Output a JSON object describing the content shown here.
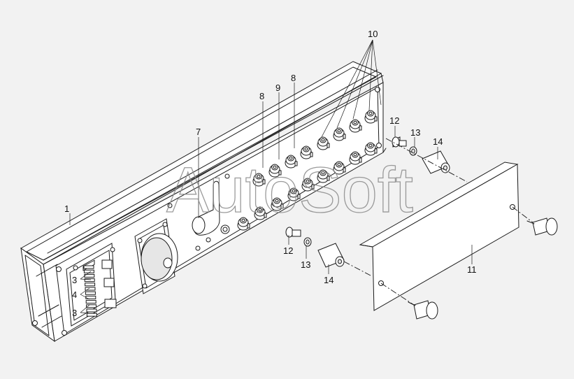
{
  "watermark": "AutoSoft",
  "callouts": [
    {
      "id": "1",
      "label": "1"
    },
    {
      "id": "3a",
      "label": "3"
    },
    {
      "id": "4",
      "label": "4"
    },
    {
      "id": "3b",
      "label": "3"
    },
    {
      "id": "7",
      "label": "7"
    },
    {
      "id": "8a",
      "label": "8"
    },
    {
      "id": "9",
      "label": "9"
    },
    {
      "id": "8b",
      "label": "8"
    },
    {
      "id": "10",
      "label": "10"
    },
    {
      "id": "12a",
      "label": "12"
    },
    {
      "id": "13a",
      "label": "13"
    },
    {
      "id": "14a",
      "label": "14"
    },
    {
      "id": "12b",
      "label": "12"
    },
    {
      "id": "13b",
      "label": "13"
    },
    {
      "id": "14b",
      "label": "14"
    },
    {
      "id": "11",
      "label": "11"
    }
  ]
}
